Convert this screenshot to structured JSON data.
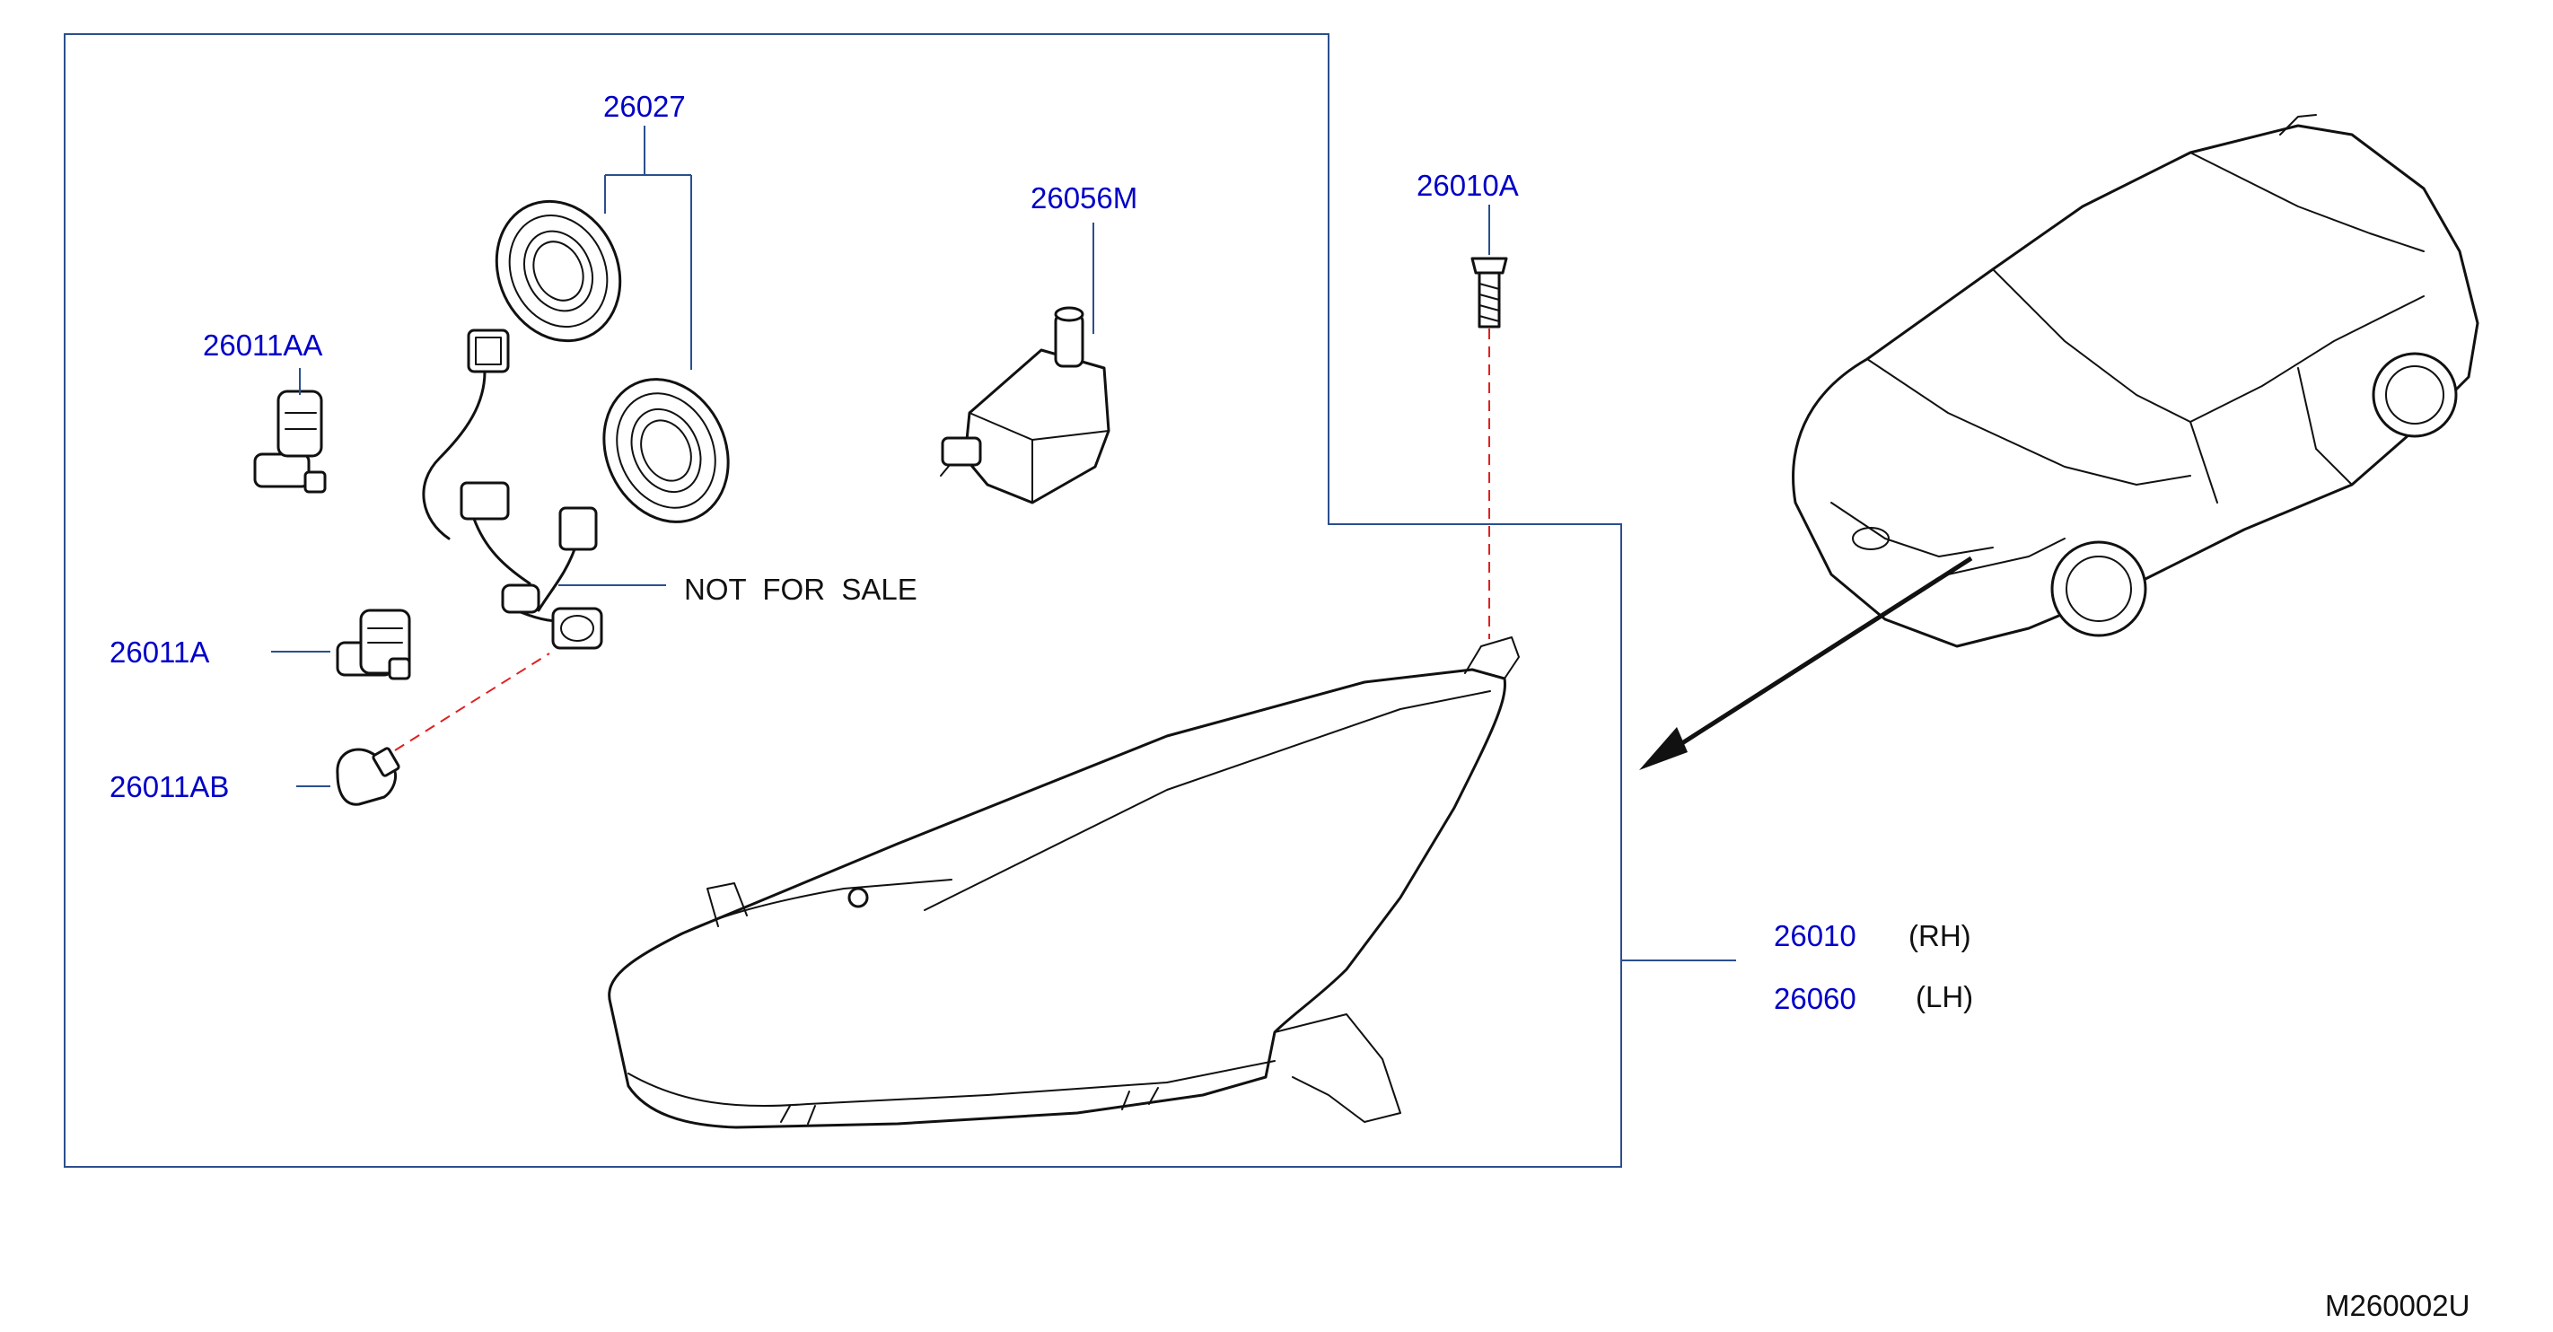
{
  "colors": {
    "part_number": "#0000c8",
    "text": "#111111",
    "frame": "#2b4f8f",
    "hidden_line": "#e02020"
  },
  "parts": {
    "p26027": "26027",
    "p26056M": "26056M",
    "p26010A": "26010A",
    "p26011AA": "26011AA",
    "p26011A": "26011A",
    "p26011AB": "26011AB",
    "p26010": "26010",
    "p26060": "26060"
  },
  "notes": {
    "not_for_sale": "NOT  FOR  SALE",
    "rh": "(RH)",
    "lh": "(LH)"
  },
  "diagram_code": "M260002U"
}
